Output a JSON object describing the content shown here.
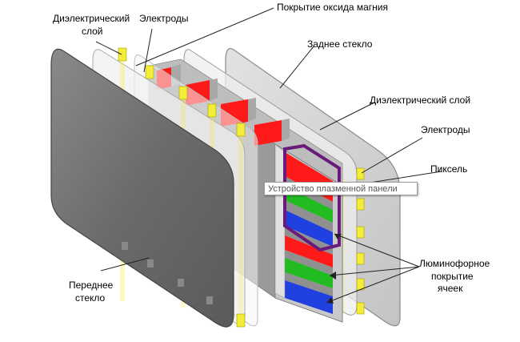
{
  "labels": {
    "dielectric_layer_front": [
      "Диэлектрический",
      "слой"
    ],
    "electrodes_front": "Электроды",
    "magnesium_oxide": "Покрытие оксида магния",
    "back_glass": "Заднее стекло",
    "dielectric_layer_back": "Диэлектрический слой",
    "electrodes_back": "Электроды",
    "pixel": "Пиксель",
    "phosphor": [
      "Люминофорное",
      "покрытие",
      "ячеек"
    ],
    "front_glass": [
      "Переднее",
      "стекло"
    ]
  },
  "tooltip": "Устройство плазменной панели",
  "colors": {
    "red_cell": "#ff1a1a",
    "green_cell": "#22bb22",
    "blue_cell": "#2040e0",
    "electrode": "#f4ec3a",
    "pixel_outline": "#6a1a7a",
    "front_glass": "#6f6f6f",
    "back_glass": "#d0d0d0"
  }
}
